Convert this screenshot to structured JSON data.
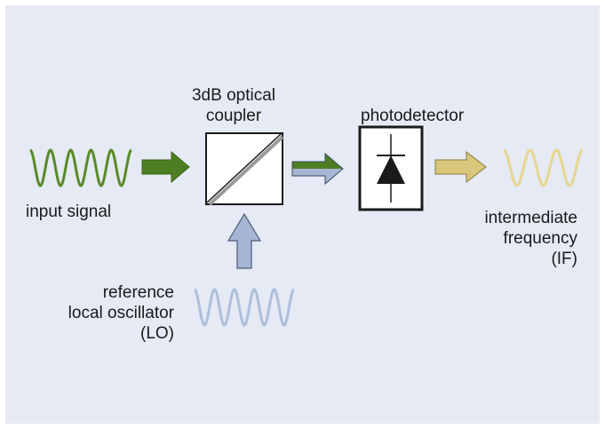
{
  "labels": {
    "input_signal": "input signal",
    "coupler_line1": "3dB optical",
    "coupler_line2": "coupler",
    "photodetector": "photodetector",
    "lo_line1": "reference",
    "lo_line2": "local oscillator",
    "lo_line3": "(LO)",
    "if_line1": "intermediate",
    "if_line2": "frequency",
    "if_line3": "(IF)"
  },
  "colors": {
    "background": "#e5eaf4",
    "input_wave": "#5a8a28",
    "input_arrow": "#4d7f22",
    "lo_wave": "#aebfdc",
    "lo_arrow": "#a7b6d3",
    "if_wave": "#e6d690",
    "if_arrow": "#d8c67a"
  }
}
